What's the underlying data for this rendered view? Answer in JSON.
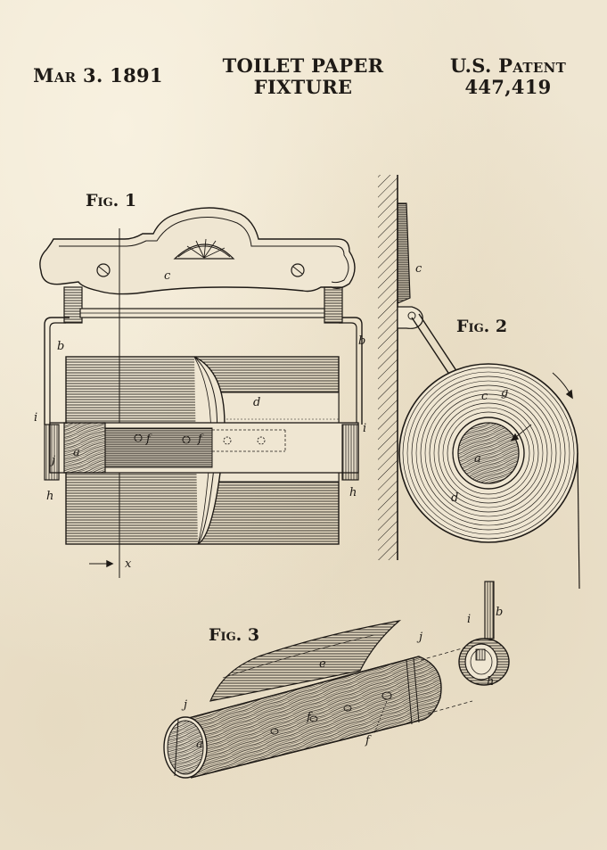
{
  "header": {
    "date": "Mar 3. 1891",
    "title_line1": "TOILET PAPER",
    "title_line2": "FIXTURE",
    "patent_line1": "U.S. Patent",
    "patent_line2": "447,419"
  },
  "figures": {
    "fig1_label": "Fig. 1",
    "fig2_label": "Fig. 2",
    "fig3_label": "Fig. 3"
  },
  "refs": {
    "a": "a",
    "b": "b",
    "c": "c",
    "d": "d",
    "e": "e",
    "f": "f",
    "g": "g",
    "h": "h",
    "i": "i",
    "j": "j",
    "x": "x"
  },
  "colors": {
    "paper": "#efe6d2",
    "ink": "#1e1a16"
  }
}
